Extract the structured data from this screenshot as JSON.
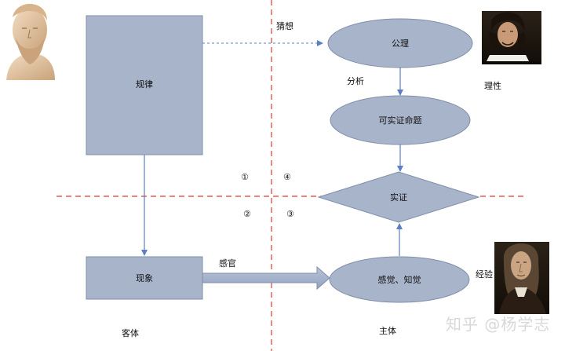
{
  "colors": {
    "node_fill": "#a8b4ca",
    "node_stroke": "#7f8eaa",
    "arrow": "#5b7fc0",
    "divider": "#e03a3a",
    "dashed_link": "#5b7fc0",
    "watermark": "#d8d8d8"
  },
  "nodes": {
    "law": "规律",
    "phenomenon": "现象",
    "axiom": "公理",
    "verifiable_proposition": "可实证命题",
    "verification": "实证",
    "perception": "感觉、知觉"
  },
  "labels": {
    "guess": "猜想",
    "analysis": "分析",
    "reason": "理性",
    "senses": "感官",
    "experience": "经验",
    "object": "客体",
    "subject": "主体"
  },
  "quadrants": {
    "q1": "①",
    "q2": "②",
    "q3": "③",
    "q4": "④"
  },
  "portraits": {
    "top_left": "bust-portrait-icon",
    "top_right": "descartes-portrait-icon",
    "bottom_right": "locke-portrait-icon"
  },
  "watermark": "知乎 @杨学志"
}
